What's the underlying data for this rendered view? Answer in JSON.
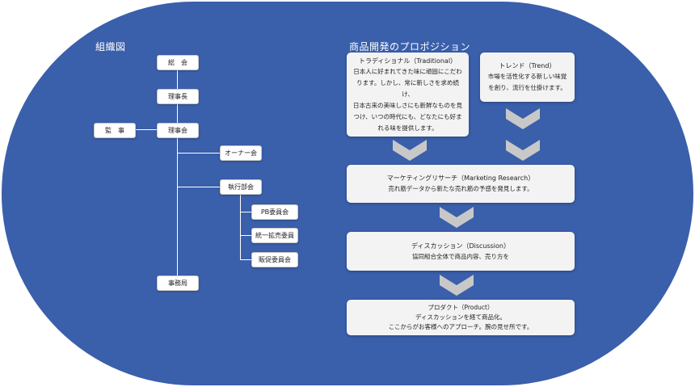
{
  "org": {
    "title": "組織図",
    "nodes": {
      "general_meeting": "総　会",
      "chairman": "理事長",
      "auditor": "監　事",
      "board": "理事会",
      "owners": "オーナー会",
      "executive": "執行部会",
      "pb_committee": "PB委員会",
      "purchasing_committee": "統一拡売委員",
      "sales_committee": "販促委員会",
      "secretariat": "事務局"
    }
  },
  "proposition": {
    "title": "商品開発のプロポジション",
    "traditional": {
      "title": "トラディショナル（Traditional）",
      "body": "日本人に好まれてきた味に頑固にこだわ\nります。しかし、常に新しさを求め続け、\n日本古来の美味しさにも新鮮なものを見\nつけ、いつの時代にも、どなたにも好ま\nれる味を提供します。"
    },
    "trend": {
      "title": "トレンド（Trend）",
      "body": "市場を活性化する新しい味覚\nを創り、流行を仕掛けます。"
    },
    "marketing": {
      "title": "マーケティングリサーチ（Marketing Research）",
      "body": "売れ筋データから新たな売れ筋の予感を発見します。"
    },
    "discussion": {
      "title": "ディスカッション（Discussion）",
      "body": "協同組合全体で商品内容、売り方を"
    },
    "product": {
      "title": "プロダクト（Product）",
      "body": "ディスカッションを経て商品化。\nここからがお客様へのアプローチ。腕の見せ所です。"
    }
  },
  "colors": {
    "background": "#3a5fab",
    "box": "#ffffff",
    "card": "#f3f3f3",
    "chevron": "#c8c8c8"
  }
}
